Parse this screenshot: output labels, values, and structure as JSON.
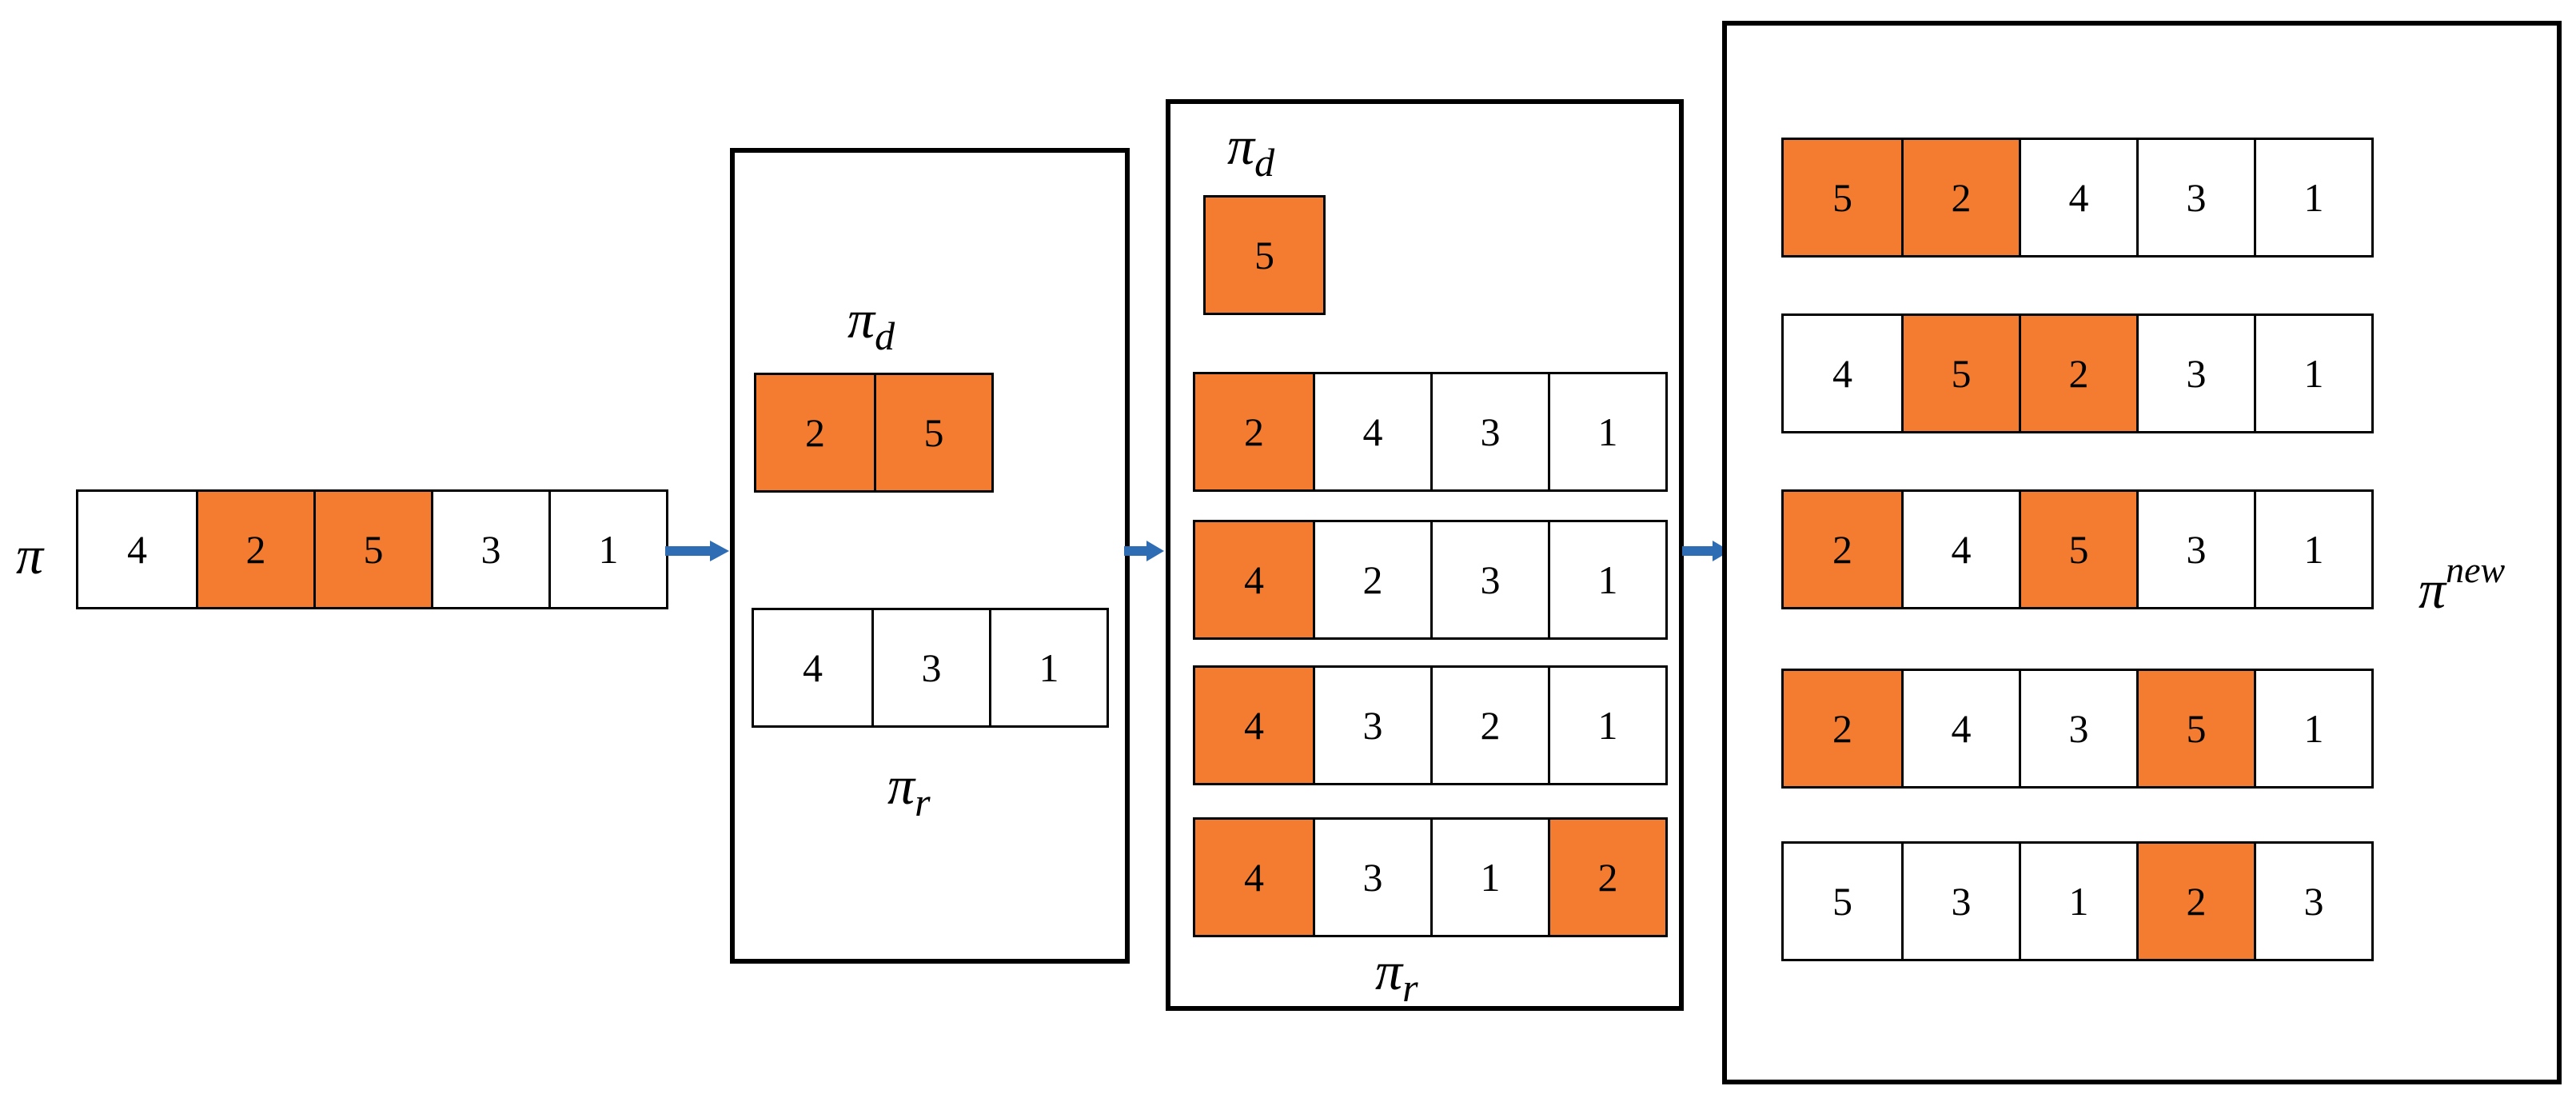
{
  "colors": {
    "highlight": "#F47C30",
    "arrow": "#2E6DB4",
    "border": "#000000"
  },
  "input": {
    "label": {
      "base": "π",
      "sub": ""
    },
    "cells": [
      {
        "v": "4",
        "on": false
      },
      {
        "v": "2",
        "on": true
      },
      {
        "v": "5",
        "on": true
      },
      {
        "v": "3",
        "on": false
      },
      {
        "v": "1",
        "on": false
      }
    ]
  },
  "split": {
    "pi_d": {
      "label": {
        "base": "π",
        "sub": "d"
      },
      "cells": [
        {
          "v": "2",
          "on": true
        },
        {
          "v": "5",
          "on": true
        }
      ]
    },
    "pi_r": {
      "label": {
        "base": "π",
        "sub": "r"
      },
      "cells": [
        {
          "v": "4",
          "on": false
        },
        {
          "v": "3",
          "on": false
        },
        {
          "v": "1",
          "on": false
        }
      ]
    }
  },
  "insert_step": {
    "pi_d": {
      "label": {
        "base": "π",
        "sub": "d"
      },
      "cells": [
        {
          "v": "5",
          "on": true
        }
      ]
    },
    "pi_r_label": {
      "base": "π",
      "sub": "r"
    },
    "rows": [
      [
        {
          "v": "2",
          "on": true
        },
        {
          "v": "4",
          "on": false
        },
        {
          "v": "3",
          "on": false
        },
        {
          "v": "1",
          "on": false
        }
      ],
      [
        {
          "v": "4",
          "on": true
        },
        {
          "v": "2",
          "on": false
        },
        {
          "v": "3",
          "on": false
        },
        {
          "v": "1",
          "on": false
        }
      ],
      [
        {
          "v": "4",
          "on": true
        },
        {
          "v": "3",
          "on": false
        },
        {
          "v": "2",
          "on": false
        },
        {
          "v": "1",
          "on": false
        }
      ],
      [
        {
          "v": "4",
          "on": true
        },
        {
          "v": "3",
          "on": false
        },
        {
          "v": "1",
          "on": false
        },
        {
          "v": "2",
          "on": true
        }
      ]
    ]
  },
  "result": {
    "label": {
      "base": "π",
      "sup": "new"
    },
    "rows": [
      [
        {
          "v": "5",
          "on": true
        },
        {
          "v": "2",
          "on": true
        },
        {
          "v": "4",
          "on": false
        },
        {
          "v": "3",
          "on": false
        },
        {
          "v": "1",
          "on": false
        }
      ],
      [
        {
          "v": "4",
          "on": false
        },
        {
          "v": "5",
          "on": true
        },
        {
          "v": "2",
          "on": true
        },
        {
          "v": "3",
          "on": false
        },
        {
          "v": "1",
          "on": false
        }
      ],
      [
        {
          "v": "2",
          "on": true
        },
        {
          "v": "4",
          "on": false
        },
        {
          "v": "5",
          "on": true
        },
        {
          "v": "3",
          "on": false
        },
        {
          "v": "1",
          "on": false
        }
      ],
      [
        {
          "v": "2",
          "on": true
        },
        {
          "v": "4",
          "on": false
        },
        {
          "v": "3",
          "on": false
        },
        {
          "v": "5",
          "on": true
        },
        {
          "v": "1",
          "on": false
        }
      ],
      [
        {
          "v": "5",
          "on": false
        },
        {
          "v": "3",
          "on": false
        },
        {
          "v": "1",
          "on": false
        },
        {
          "v": "2",
          "on": true
        },
        {
          "v": "3",
          "on": false
        }
      ]
    ]
  }
}
